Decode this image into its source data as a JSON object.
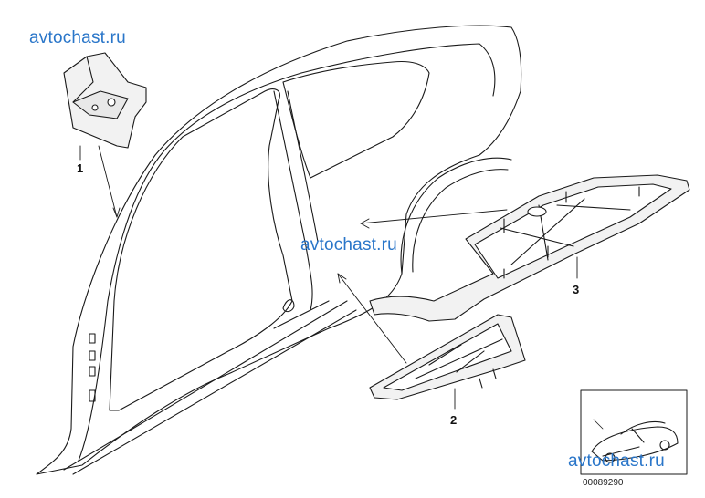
{
  "watermarks": [
    "avtochast.ru",
    "avtochast.ru",
    "avtochast.ru"
  ],
  "callouts": [
    "1",
    "2",
    "3"
  ],
  "diagram_code": "00089290",
  "colors": {
    "watermark": "#2a76c9",
    "line": "#1a1a1a",
    "part_fill": "#f2f2f2"
  },
  "icons": [
    "car-thumbnail-icon"
  ]
}
